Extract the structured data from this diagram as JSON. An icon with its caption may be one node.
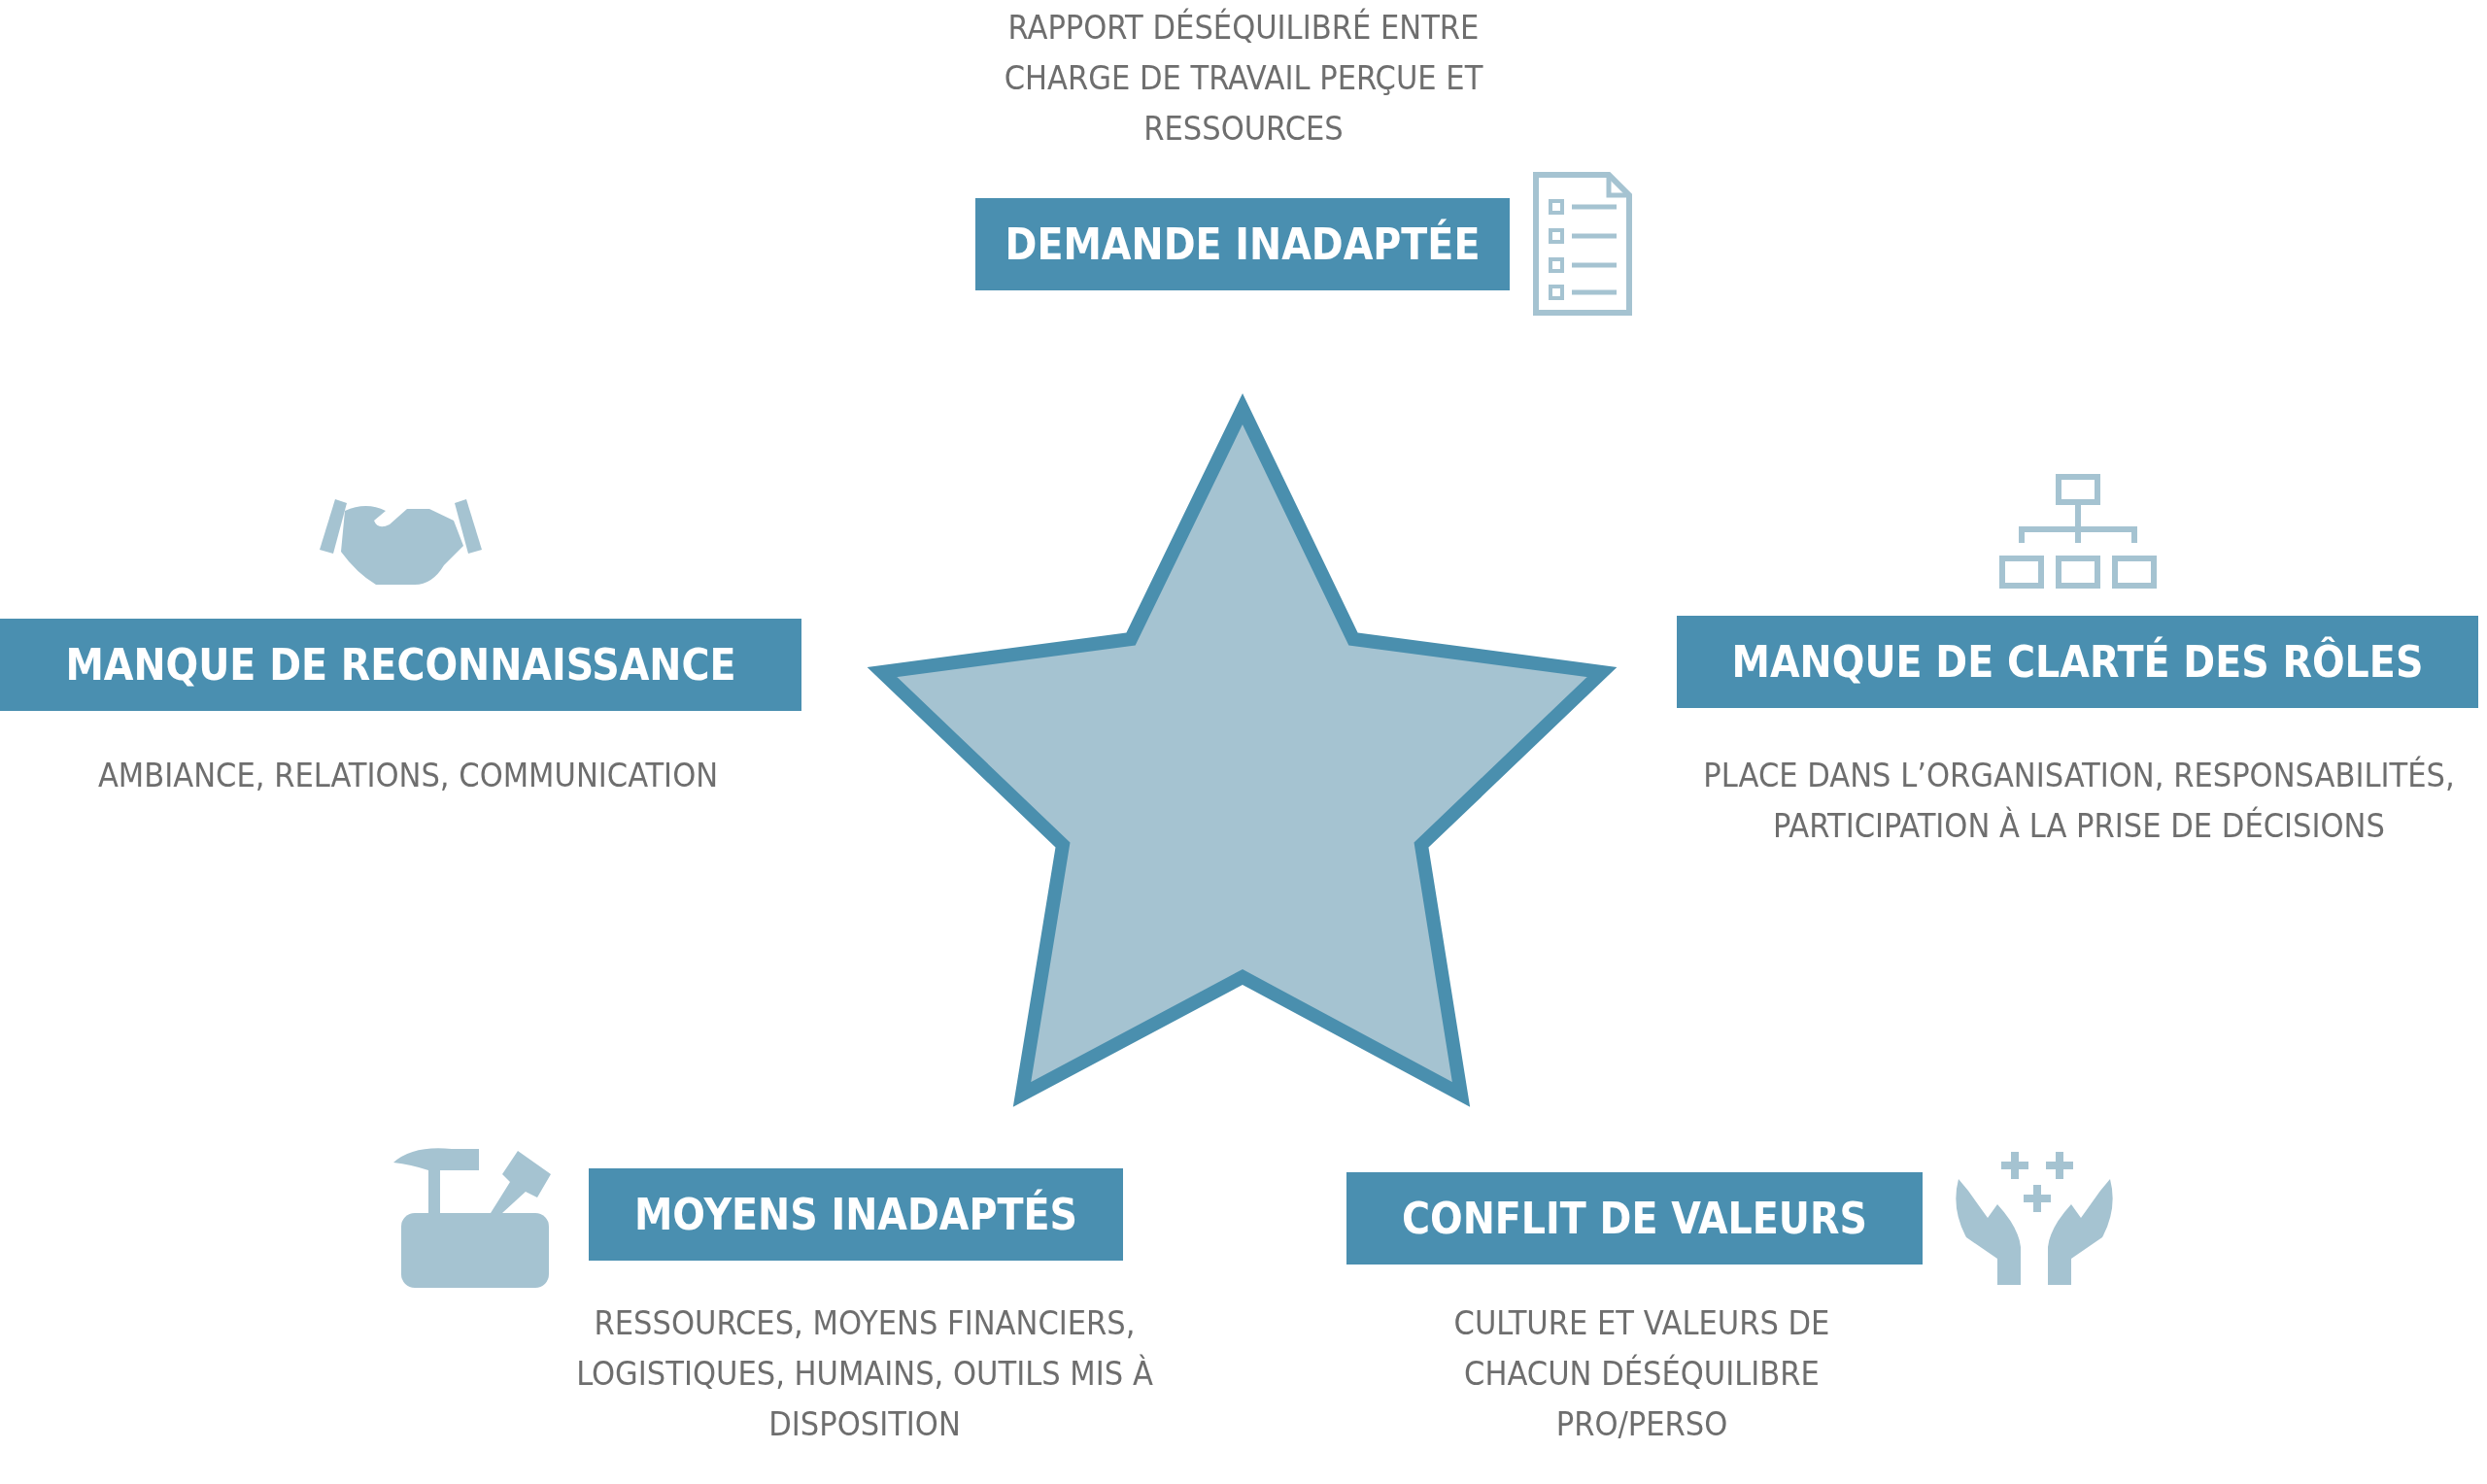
{
  "diagram": {
    "nodes": [
      {
        "text": [
          "DEMANDE INADAPTÉE"
        ],
        "beside": [
          "RAPPORT DÉSÉQUILIBRÉ ENTRE CHARGE DE TRAVAIL PERÇUE ET RESSOURCES"
        ]
      },
      {
        "text": [
          "MANQUE DE RECONNAISSANCE"
        ],
        "beside": [
          "AMBIANCE, RELATIONS, COMMUNICATION"
        ]
      },
      {
        "text": [
          "MANQUE DE CLARTÉ DES RÔLES"
        ],
        "beside": [
          "PLACE DANS L’ORGANISATION, RESPONSABILITÉS, PARTICIPATION À LA PRISE DE DÉCISIONS"
        ]
      },
      {
        "text": [
          "MOYENS INADAPTÉS"
        ],
        "beside": [
          "RESSOURCES, MOYENS FINANCIERS, LOGISTIQUES, HUMAINS, OUTILS MIS À DISPOSITION"
        ]
      },
      {
        "text": [
          "CONFLIT DE VALEURS"
        ],
        "beside": [
          "CULTURE ET VALEURS DE CHACUN DÉSÉQUILIBRE PRO/PERSO"
        ]
      }
    ]
  }
}
